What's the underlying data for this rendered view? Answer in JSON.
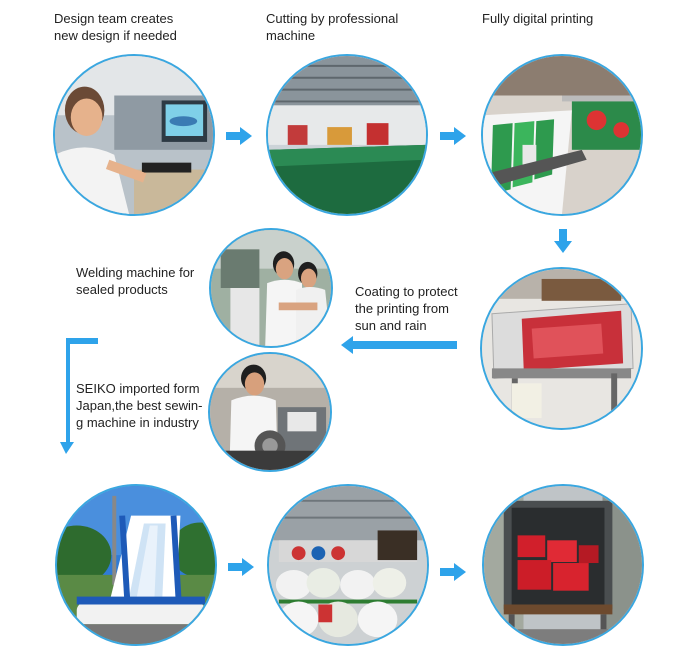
{
  "steps": {
    "design": {
      "label": "Design team creates\nnew design if needed"
    },
    "cutting": {
      "label": "Cutting by professional\nmachine"
    },
    "printing": {
      "label": "Fully digital printing"
    },
    "coating": {
      "label": "Coating to protect\nthe printing from\nsun and rain"
    },
    "welding": {
      "label": "Welding machine for\nsealed products"
    },
    "sewing": {
      "label": "SEIKO imported form\nJapan,the best sewin-\ng machine in industry"
    },
    "product": {
      "label": ""
    },
    "packing": {
      "label": ""
    },
    "shipping": {
      "label": ""
    }
  },
  "colors": {
    "accent": "#3aa7e0",
    "arrow": "#2ea3ea",
    "text": "#222222"
  },
  "icons": {
    "flow_arrow": "right-arrow-icon"
  }
}
